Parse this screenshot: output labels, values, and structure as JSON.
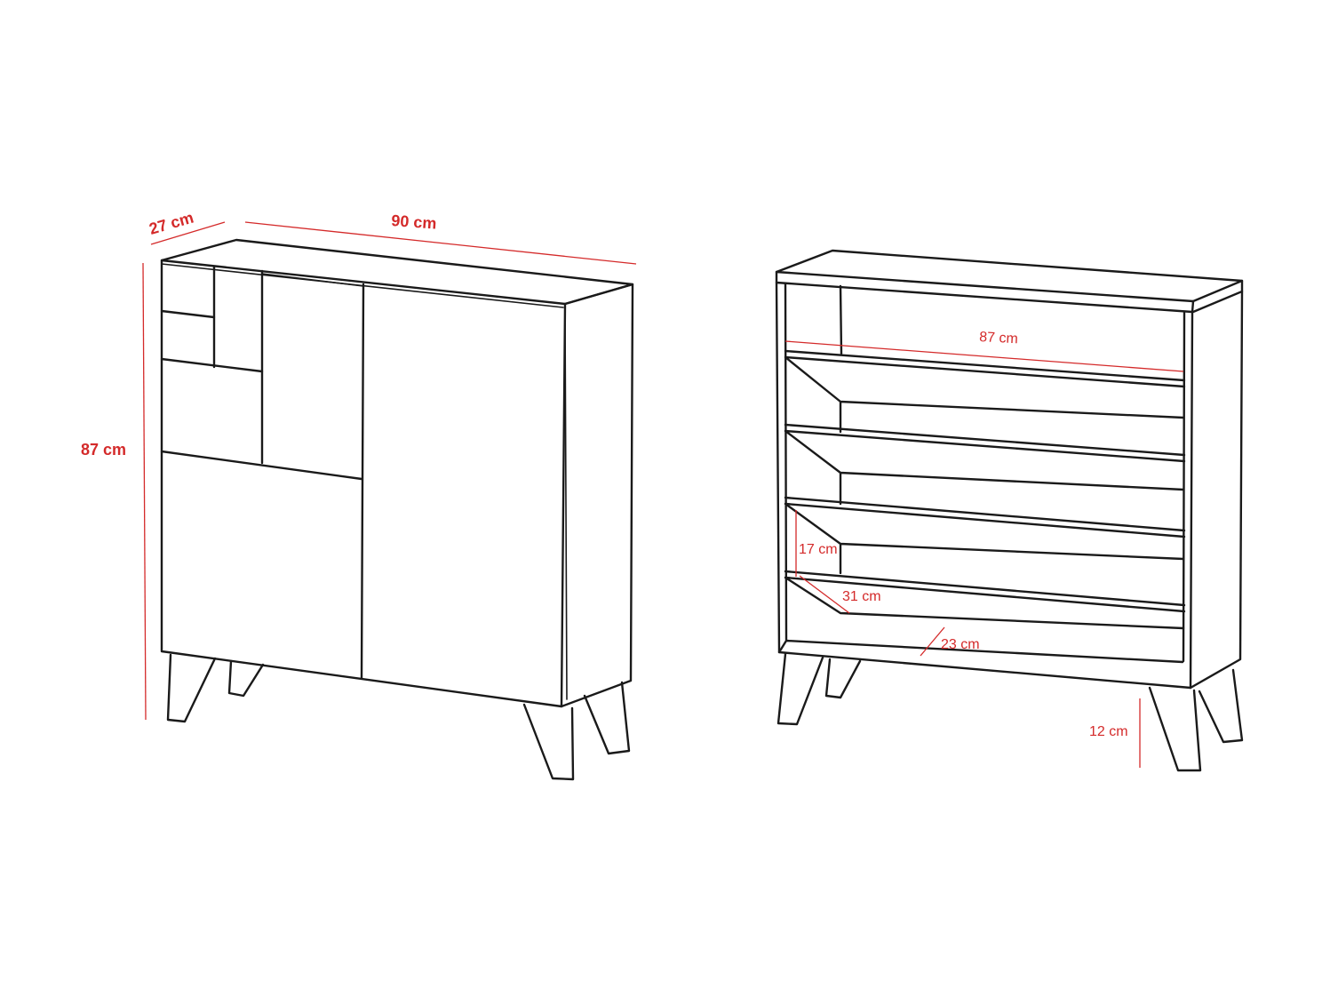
{
  "diagram": {
    "front_view": {
      "depth_label": "27 cm",
      "width_label": "90 cm",
      "height_label": "87 cm"
    },
    "open_view": {
      "inner_width_label": "87 cm",
      "shelf_height_label": "17 cm",
      "shelf_depth_label": "31 cm",
      "base_depth_label": "23 cm",
      "leg_height_label": "12 cm"
    },
    "colors": {
      "outline": "#1a1a1a",
      "dimension": "#d42a2a"
    }
  }
}
